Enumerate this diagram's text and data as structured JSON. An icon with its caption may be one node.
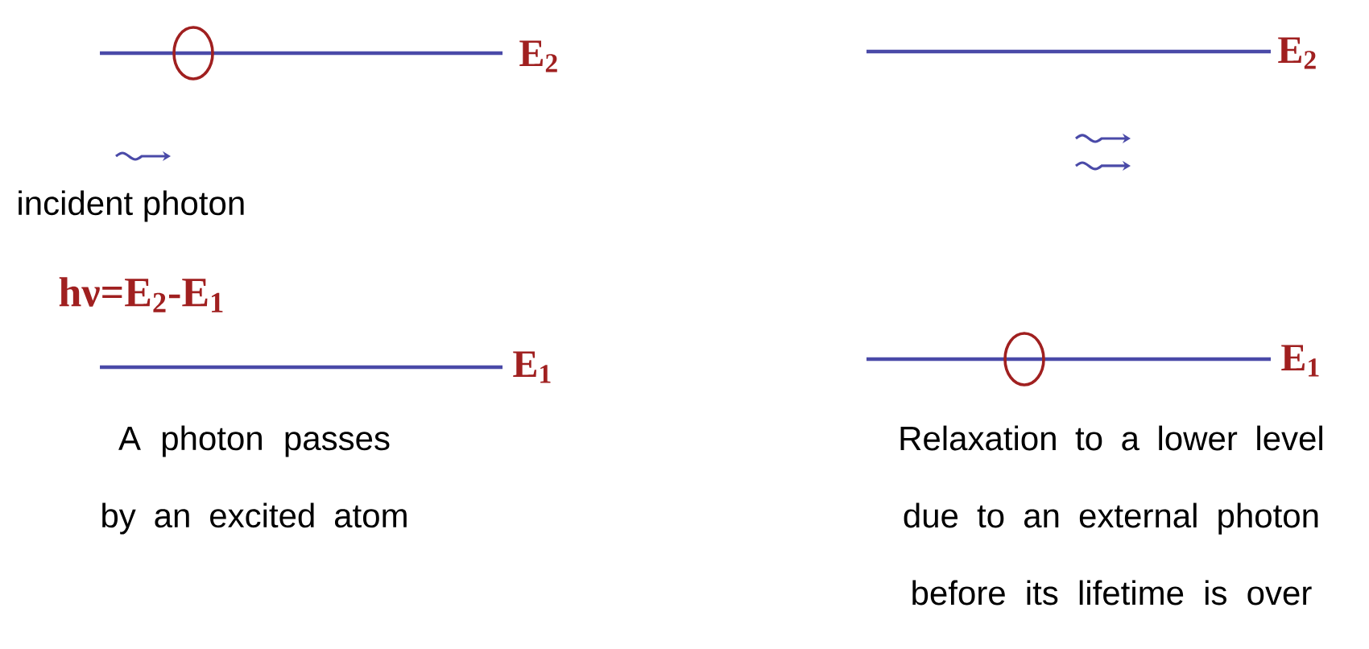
{
  "diagram": {
    "labels": [
      "E$_{2}$",
      "E$_{2}$",
      "incident photon",
      "hν=E$_{2}$-E$_{1}$",
      "E$_{1}$",
      "E$_{1}$",
      "A photon passes by an excited atom",
      "Relaxation to a lower level due to an external photon before its lifetime is over"
    ]
  }
}
